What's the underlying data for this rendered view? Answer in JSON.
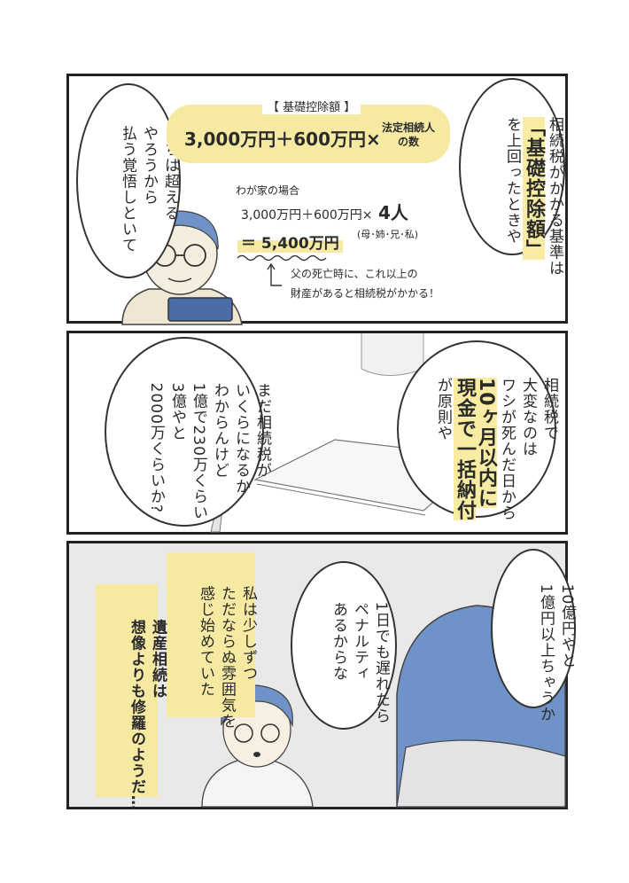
{
  "panel1": {
    "bubble_right": {
      "line1": "相続税がかかる基準は",
      "line2": "「基礎控除額」",
      "line3": "を上回ったときや"
    },
    "bubble_left": {
      "line1": "うちは超える",
      "line2": "やろうから",
      "line3": "払う覚悟しといて"
    },
    "formula_box": {
      "title": "【 基礎控除額 】",
      "formula": "3,000万円＋600万円×",
      "multiplier": "法定相続人の数"
    },
    "example": {
      "label": "わが家の場合",
      "formula": "3,000万円＋600万円×",
      "count": "4人",
      "members": "(母･姉･兄･私)",
      "result": "＝ 5,400万円",
      "note_line1": "父の死亡時に、これ以上の",
      "note_line2": "財産があると相続税がかかる！"
    }
  },
  "panel2": {
    "bubble_right": {
      "line1": "相続税で",
      "line2": "大変なのは",
      "line3": "ワシが死んだ日から",
      "line4": "10ヶ月以内に",
      "line5": "現金で一括納付",
      "line6": "が原則や"
    },
    "bubble_left": {
      "line1": "まだ相続税が",
      "line2": "いくらになるか",
      "line3": "わからんけど",
      "line4": "1億で230万くらい",
      "line5": "3億やと",
      "line6": "2000万くらいか?"
    }
  },
  "panel3": {
    "bubble_right": {
      "line1": "10億円やと",
      "line2": "1億円以上ちゃうか"
    },
    "bubble_mid": {
      "line1": "1日でも遅れたら",
      "line2": "ペナルティ",
      "line3": "あるからな"
    },
    "caption_right": {
      "line1": "私は少しずつ",
      "line2": "ただならぬ雰囲気を",
      "line3": "感じ始めていた"
    },
    "caption_left": {
      "line1": "遺産相続は",
      "line2": "想像よりも修羅のようだ…"
    }
  },
  "colors": {
    "highlight": "#f6eaa2",
    "hair": "#6f93c9",
    "ink": "#2a2a2a"
  }
}
